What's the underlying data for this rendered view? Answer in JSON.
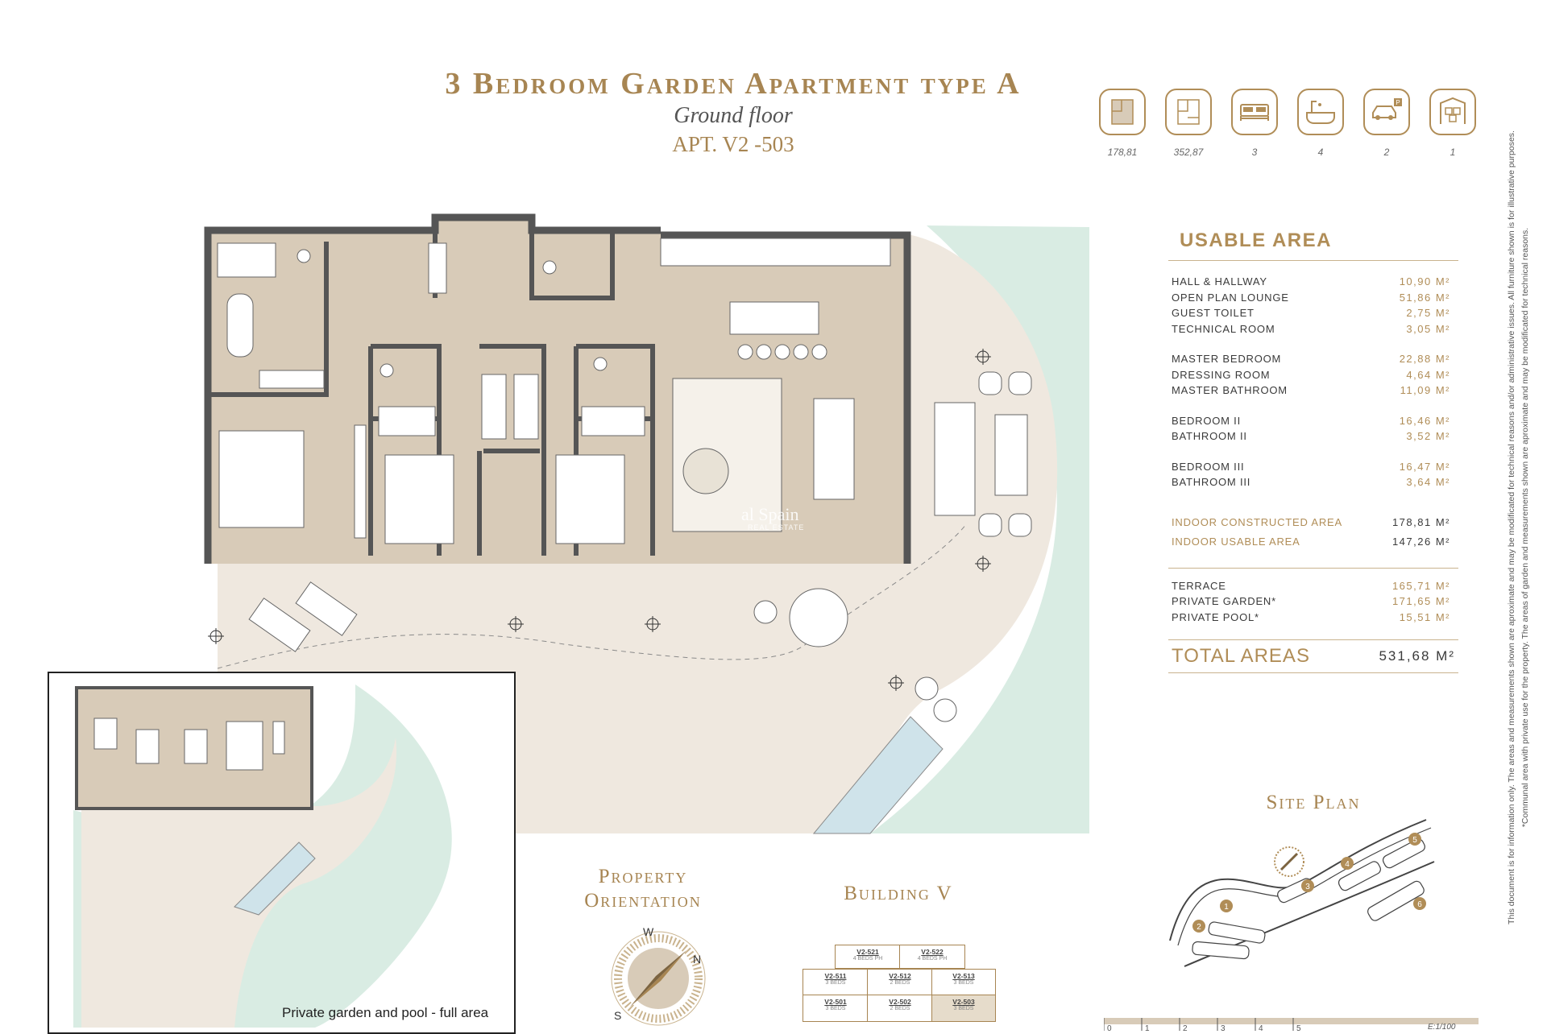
{
  "header": {
    "title": "3 Bedroom Garden Apartment type A",
    "subtitle": "Ground floor",
    "apartment": "APT. V2 -503"
  },
  "icons": [
    {
      "name": "constructed-area-icon",
      "value": "178,81"
    },
    {
      "name": "total-area-icon",
      "value": "352,87"
    },
    {
      "name": "bed-icon",
      "value": "3"
    },
    {
      "name": "bathtub-icon",
      "value": "4"
    },
    {
      "name": "parking-icon",
      "value": "2"
    },
    {
      "name": "storage-icon",
      "value": "1"
    }
  ],
  "usable_area": {
    "heading": "USABLE AREA",
    "groups": [
      [
        {
          "label": "HALL & HALLWAY",
          "value": "10,90 M²"
        },
        {
          "label": "OPEN PLAN LOUNGE",
          "value": "51,86 M²"
        },
        {
          "label": "GUEST TOILET",
          "value": "2,75 M²"
        },
        {
          "label": "TECHNICAL ROOM",
          "value": "3,05 M²"
        }
      ],
      [
        {
          "label": "MASTER BEDROOM",
          "value": "22,88 M²"
        },
        {
          "label": "DRESSING ROOM",
          "value": "4,64 M²"
        },
        {
          "label": "MASTER BATHROOM",
          "value": "11,09 M²"
        }
      ],
      [
        {
          "label": "BEDROOM II",
          "value": "16,46 M²"
        },
        {
          "label": "BATHROOM II",
          "value": "3,52 M²"
        }
      ],
      [
        {
          "label": "BEDROOM III",
          "value": "16,47 M²"
        },
        {
          "label": "BATHROOM III",
          "value": "3,64 M²"
        }
      ]
    ],
    "indoor": [
      {
        "label": "INDOOR CONSTRUCTED AREA",
        "value": "178,81 M²"
      },
      {
        "label": "INDOOR USABLE AREA",
        "value": "147,26 M²"
      }
    ],
    "outdoor": [
      {
        "label": "TERRACE",
        "value": "165,71 M²"
      },
      {
        "label": "PRIVATE GARDEN*",
        "value": "171,65 M²"
      },
      {
        "label": "PRIVATE POOL*",
        "value": "15,51 M²"
      }
    ],
    "total_label": "TOTAL AREAS",
    "total_value": "531,68 M²"
  },
  "side_note": {
    "line1": "This document is for information only. The areas and measurements shown are aproximate and may be modificated for technical reasons and/or administrative issues. All furniture shown is for illustrative purposes.",
    "line2": "*Communal area with private use for the property. The areas of garden and measurements shown are aproximate and may be modificated for technical reasons."
  },
  "orientation": {
    "line1": "Property",
    "line2": "Orientation",
    "n": "N",
    "s": "S",
    "w": "W"
  },
  "building": {
    "label": "Building V",
    "units": [
      {
        "code": "V2-521",
        "beds": "4 BEDS PH"
      },
      {
        "code": "V2-522",
        "beds": "4 BEDS PH"
      },
      {
        "code": "V2-511",
        "beds": "3 BEDS"
      },
      {
        "code": "V2-512",
        "beds": "2 BEDS"
      },
      {
        "code": "V2-513",
        "beds": "3 BEDS"
      },
      {
        "code": "V2-501",
        "beds": "3 BEDS"
      },
      {
        "code": "V2-502",
        "beds": "2 BEDS"
      },
      {
        "code": "V2-503",
        "beds": "3 BEDS"
      }
    ]
  },
  "site_plan": {
    "label": "Site Plan",
    "markers": [
      "1",
      "2",
      "3",
      "4",
      "5",
      "6"
    ]
  },
  "inset": {
    "caption": "Private garden and pool - full area"
  },
  "watermark": {
    "name": "al Spain",
    "sub": "REAL ESTATE"
  },
  "scale": {
    "ticks": [
      "0",
      "1",
      "2",
      "3",
      "4",
      "5"
    ],
    "ratio": "E:1/100"
  },
  "colors": {
    "gold": "#b08d57",
    "floor": "#d8cbb8",
    "terrace": "#efe8df",
    "garden": "#d9ece3",
    "pool": "#cfe3ea",
    "wall": "#555555"
  }
}
